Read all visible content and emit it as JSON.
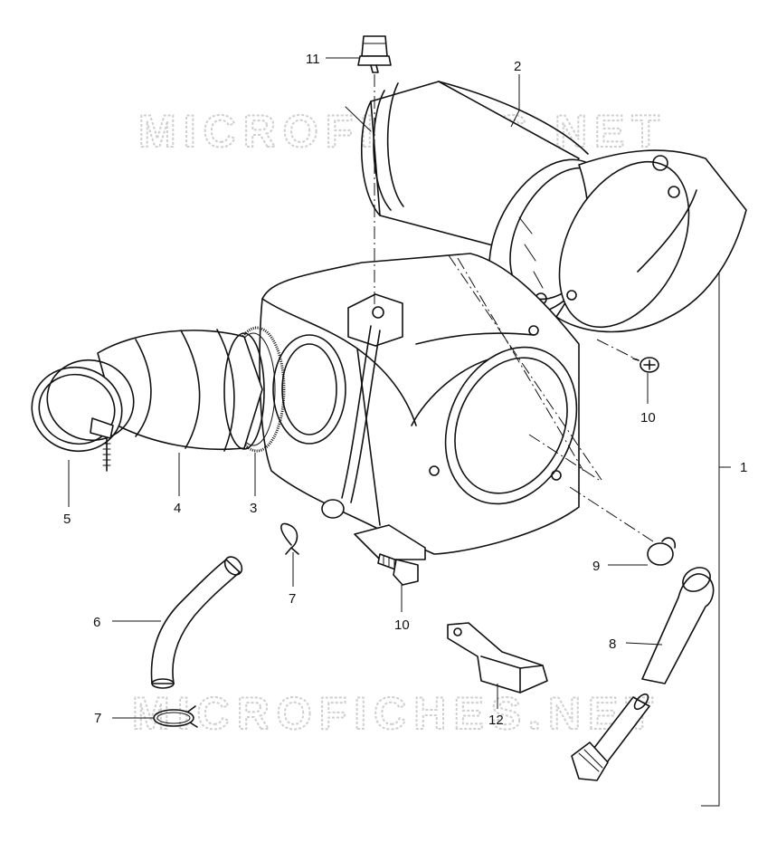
{
  "watermarks": {
    "top": "MICROFICHES.NET",
    "bottom": "MICROFICHES.NET"
  },
  "part_labels": {
    "p1": "1",
    "p2": "2",
    "p3": "3",
    "p4": "4",
    "p5": "5",
    "p6": "6",
    "p7_upper": "7",
    "p7_lower": "7",
    "p8": "8",
    "p9": "9",
    "p10_upper": "10",
    "p10_lower": "10",
    "p11": "11",
    "p12": "12"
  }
}
